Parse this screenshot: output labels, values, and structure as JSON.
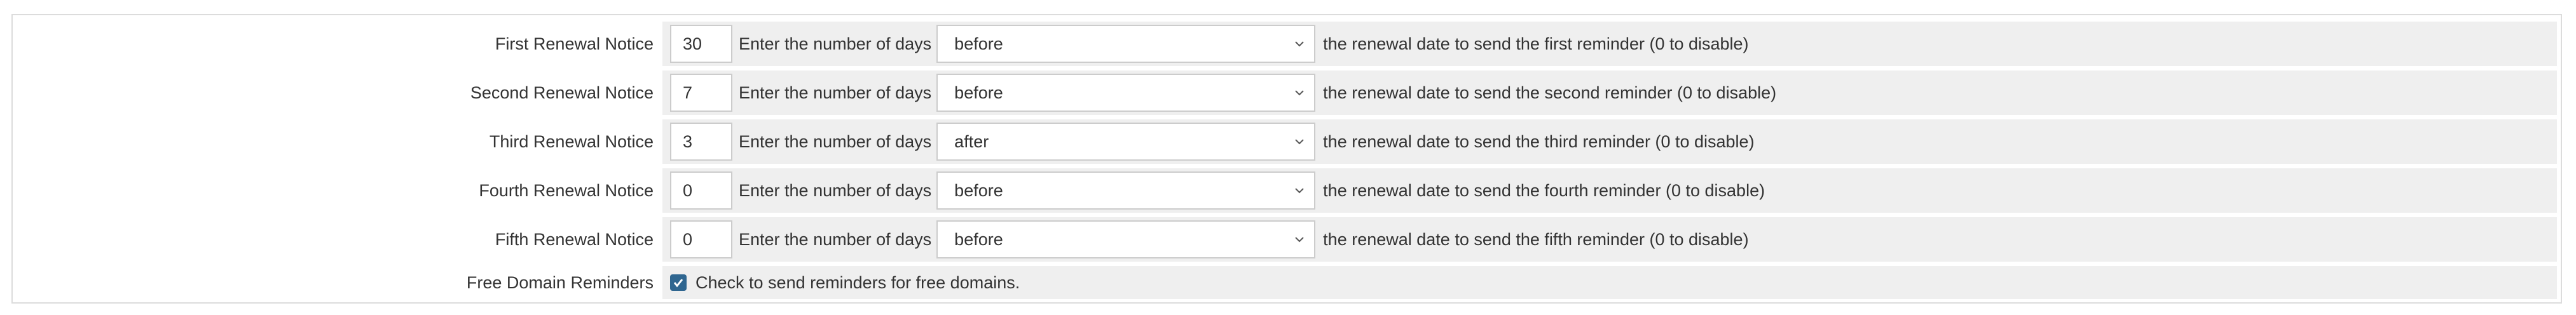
{
  "colors": {
    "arrow": "#5b4bc4",
    "field_background": "#efefef",
    "checkbox": "#2f6690"
  },
  "notices": [
    {
      "label": "First Renewal Notice",
      "days": "30",
      "prefix": "Enter the number of days",
      "timing": "before",
      "suffix": "the renewal date to send the first reminder (0 to disable)"
    },
    {
      "label": "Second Renewal Notice",
      "days": "7",
      "prefix": "Enter the number of days",
      "timing": "before",
      "suffix": "the renewal date to send the second reminder (0 to disable)"
    },
    {
      "label": "Third Renewal Notice",
      "days": "3",
      "prefix": "Enter the number of days",
      "timing": "after",
      "suffix": "the renewal date to send the third reminder (0 to disable)"
    },
    {
      "label": "Fourth Renewal Notice",
      "days": "0",
      "prefix": "Enter the number of days",
      "timing": "before",
      "suffix": "the renewal date to send the fourth reminder (0 to disable)"
    },
    {
      "label": "Fifth Renewal Notice",
      "days": "0",
      "prefix": "Enter the number of days",
      "timing": "before",
      "suffix": "the renewal date to send the fifth reminder (0 to disable)"
    }
  ],
  "free_domain": {
    "label": "Free Domain Reminders",
    "checked": true,
    "text": "Check to send reminders for free domains."
  }
}
